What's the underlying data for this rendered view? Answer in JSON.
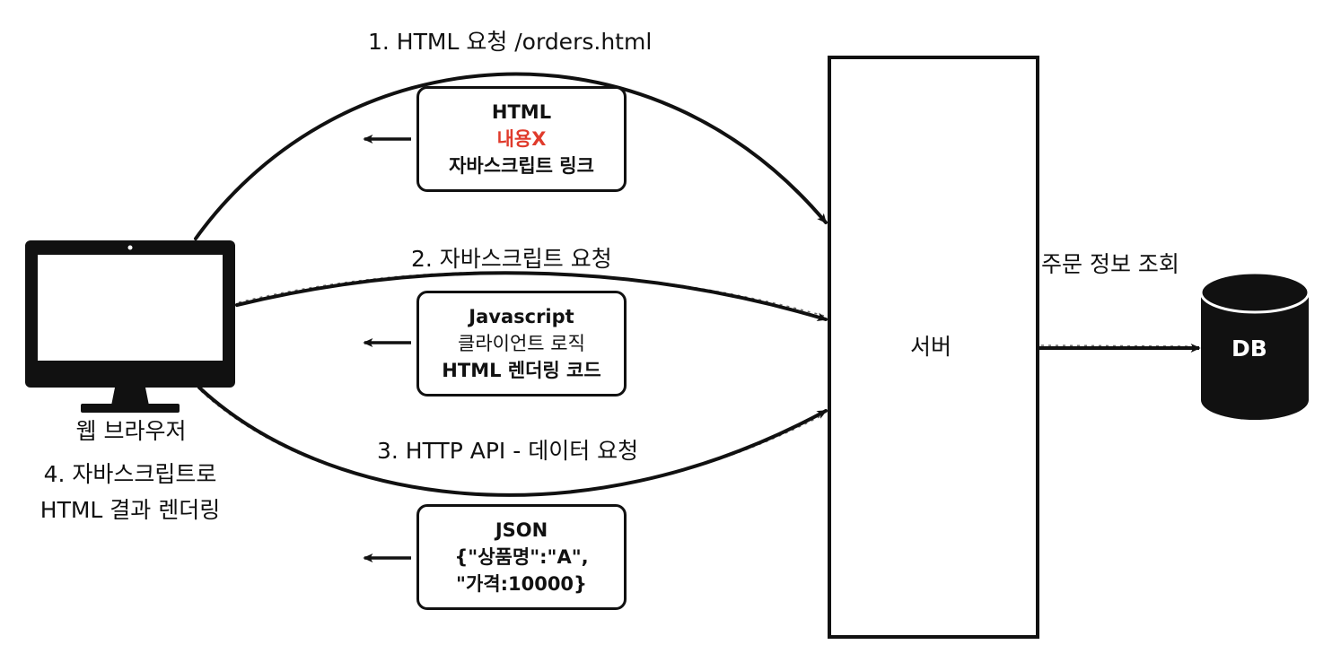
{
  "arrows": {
    "request1": "1. HTML 요청 /orders.html",
    "request2": "2. 자바스크립트 요청",
    "request3": "3. HTTP API -  데이터 요청",
    "db_query": "주문 정보 조회"
  },
  "responses": {
    "html": {
      "line1": "HTML",
      "line2": "내용X",
      "line3": "자바스크립트 링크"
    },
    "javascript": {
      "line1": "Javascript",
      "line2": "클라이언트 로직",
      "line3": "HTML 렌더링 코드"
    },
    "json": {
      "line1": "JSON",
      "line2": "{\"상품명\":\"A\",",
      "line3": "\"가격:10000}"
    }
  },
  "client": {
    "label": "웹 브라우저",
    "step4_line1": "4. 자바스크립트로",
    "step4_line2": "HTML 결과 렌더링"
  },
  "server": {
    "label": "서버"
  },
  "db": {
    "label": "DB"
  },
  "colors": {
    "highlight": "#e03b2c",
    "ink": "#111111"
  }
}
